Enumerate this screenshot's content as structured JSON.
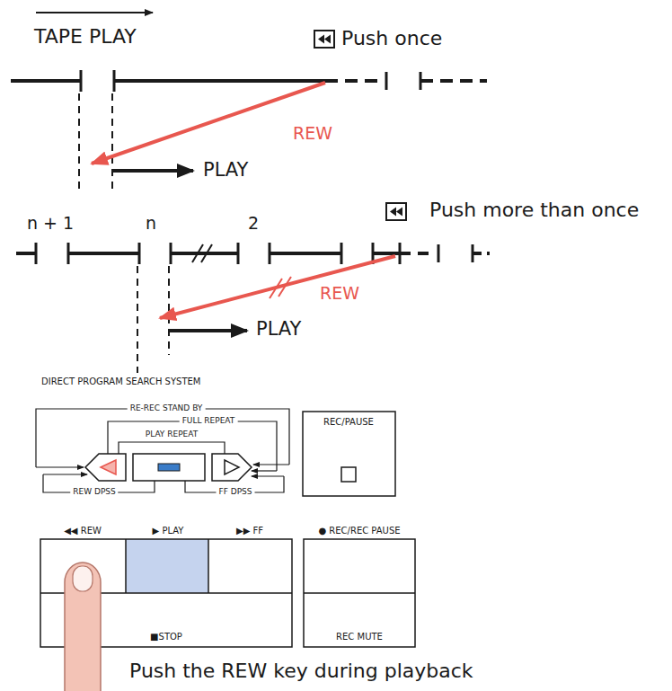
{
  "diagram": {
    "caption": "Push the REW key during playback",
    "nodes": [
      {
        "text": [
          "REC/PAUSE"
        ]
      },
      {
        "text": [
          "◀◀ REW",
          "▶ PLAY",
          "▶▶ FF",
          "■STOP"
        ]
      },
      {
        "text": [
          "● REC/REC PAUSE",
          "REC MUTE"
        ]
      }
    ],
    "labels": [
      "TAPE PLAY",
      "Push once",
      "REW",
      "PLAY",
      "Push more than once",
      "n + 1",
      "n",
      "2",
      "REW",
      "PLAY",
      "DIRECT PROGRAM SEARCH SYSTEM",
      "RE-REC STAND BY",
      "FULL REPEAT",
      "PLAY REPEAT",
      "REW DPSS",
      "FF DPSS"
    ]
  }
}
